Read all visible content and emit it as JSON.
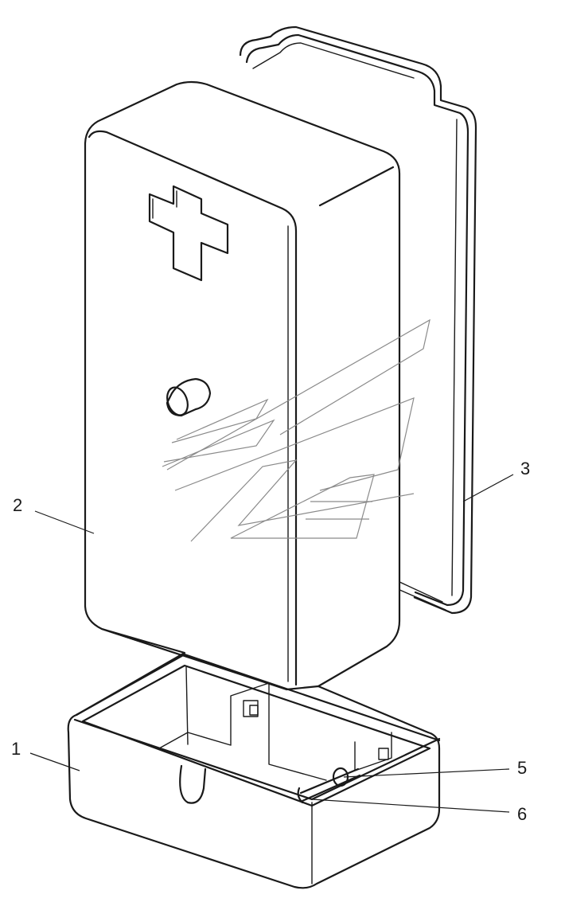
{
  "callouts": {
    "c1": "1",
    "c2": "2",
    "c3": "3",
    "c5": "5",
    "c6": "6"
  },
  "colors": {
    "line": "#1a1a1a",
    "background": "#ffffff",
    "watermark": "#8a8a8a"
  }
}
